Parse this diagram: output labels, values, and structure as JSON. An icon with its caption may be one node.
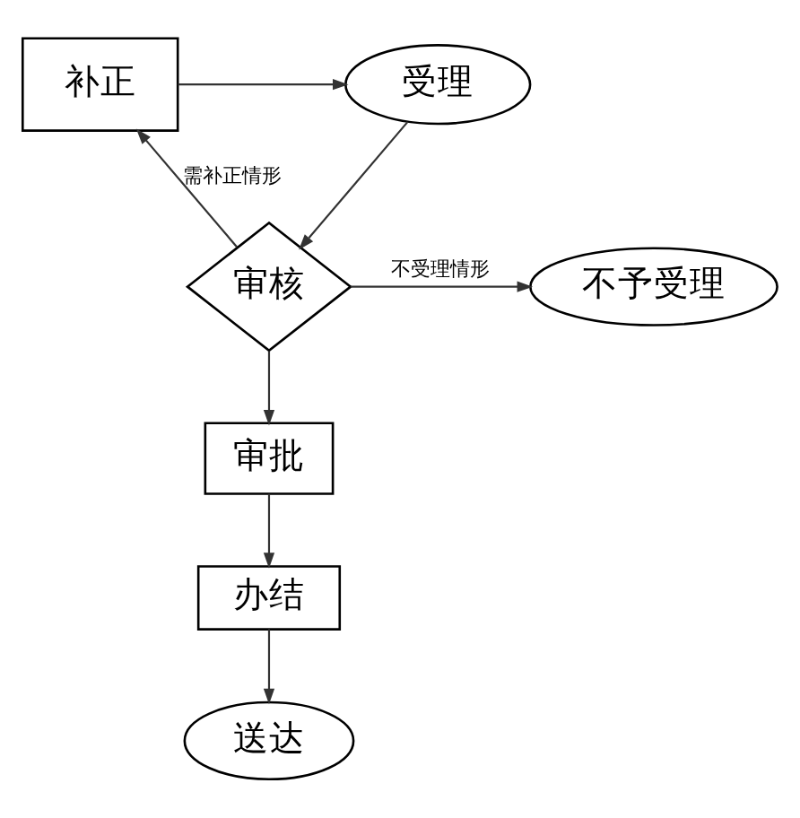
{
  "diagram": {
    "nodes": [
      {
        "text": [
          "受理"
        ]
      },
      {
        "text": [
          "补正"
        ]
      },
      {
        "text": [
          "审核"
        ]
      },
      {
        "text": [
          "不予受理"
        ]
      },
      {
        "text": [
          "审批"
        ]
      },
      {
        "text": [
          "办结"
        ]
      },
      {
        "text": [
          "送达"
        ]
      }
    ],
    "edges": [
      {
        "from": 1,
        "to": 0,
        "arrow": "to"
      },
      {
        "from": 0,
        "to": 2,
        "arrow": "to"
      },
      {
        "from": 2,
        "to": 1,
        "arrow": "to",
        "label": "需补正情形"
      },
      {
        "from": 2,
        "to": 3,
        "arrow": "to",
        "label": "不受理情形"
      },
      {
        "from": 2,
        "to": 4,
        "arrow": "to"
      },
      {
        "from": 4,
        "to": 5,
        "arrow": "to"
      },
      {
        "from": 5,
        "to": 6,
        "arrow": "to"
      }
    ]
  }
}
